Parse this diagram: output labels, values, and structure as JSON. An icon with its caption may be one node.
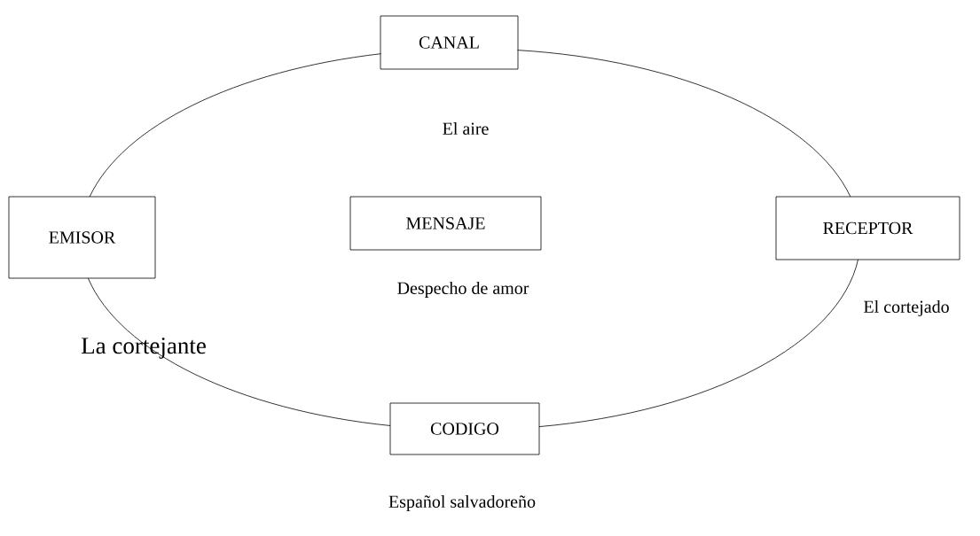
{
  "diagram": {
    "nodes": [
      {
        "text": [
          "CANAL"
        ],
        "beside": [
          "El aire"
        ]
      },
      {
        "text": [
          "EMISOR"
        ],
        "beside": [
          "La cortejante"
        ]
      },
      {
        "text": [
          "MENSAJE"
        ],
        "beside": [
          "Despecho de amor"
        ]
      },
      {
        "text": [
          "RECEPTOR"
        ],
        "beside": [
          "El cortejado"
        ]
      },
      {
        "text": [
          "CODIGO"
        ],
        "beside": [
          "Español salvadoreño"
        ]
      }
    ],
    "edges": [
      {
        "from": 0,
        "to": 3,
        "arrow": "none"
      },
      {
        "from": 3,
        "to": 4,
        "arrow": "none"
      },
      {
        "from": 4,
        "to": 1,
        "arrow": "none"
      },
      {
        "from": 1,
        "to": 0,
        "arrow": "none"
      }
    ]
  }
}
